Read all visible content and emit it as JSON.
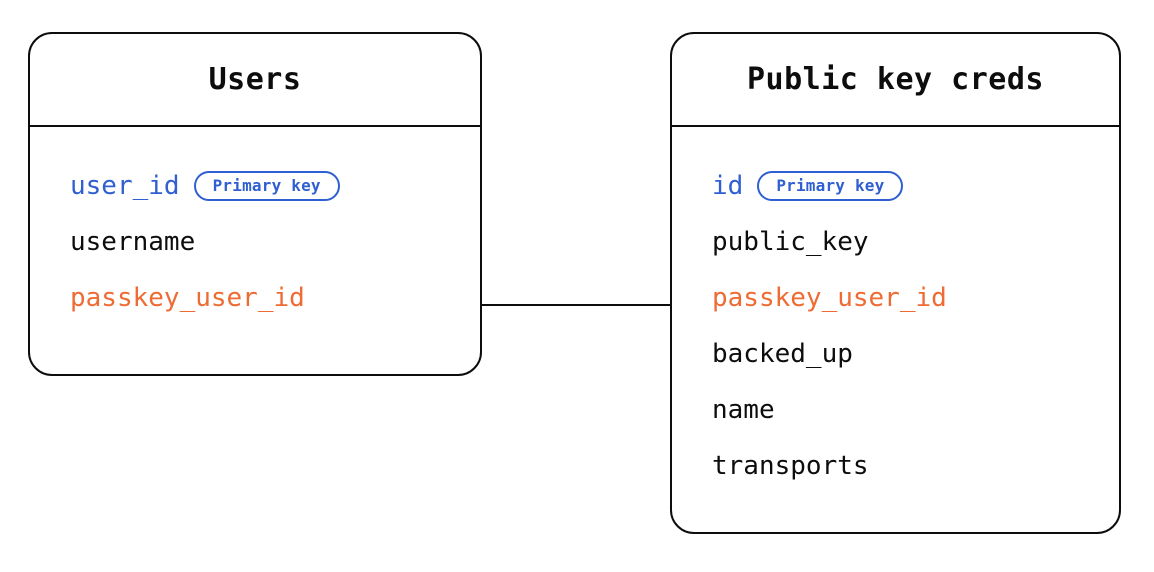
{
  "diagram": {
    "type": "entity-relationship-diagram",
    "background_color": "#ffffff",
    "colors": {
      "border": "#0d0d0d",
      "text": "#0d0d0d",
      "primary_key": "#2f5fd0",
      "foreign_key": "#ee6b33",
      "connector": "#0d0d0d"
    },
    "badge_label": "Primary key",
    "entities": [
      {
        "id": "users",
        "title": "Users",
        "fields": [
          {
            "name": "user_id",
            "role": "primary_key",
            "badge": "Primary key"
          },
          {
            "name": "username",
            "role": "plain"
          },
          {
            "name": "passkey_user_id",
            "role": "foreign_key"
          }
        ]
      },
      {
        "id": "public_key_creds",
        "title": "Public key creds",
        "fields": [
          {
            "name": "id",
            "role": "primary_key",
            "badge": "Primary key"
          },
          {
            "name": "public_key",
            "role": "plain"
          },
          {
            "name": "passkey_user_id",
            "role": "foreign_key"
          },
          {
            "name": "backed_up",
            "role": "plain"
          },
          {
            "name": "name",
            "role": "plain"
          },
          {
            "name": "transports",
            "role": "plain"
          }
        ]
      }
    ],
    "relationships": [
      {
        "from_entity": "users",
        "from_field": "passkey_user_id",
        "to_entity": "public_key_creds",
        "to_field": "passkey_user_id",
        "style": "solid-line"
      }
    ]
  }
}
